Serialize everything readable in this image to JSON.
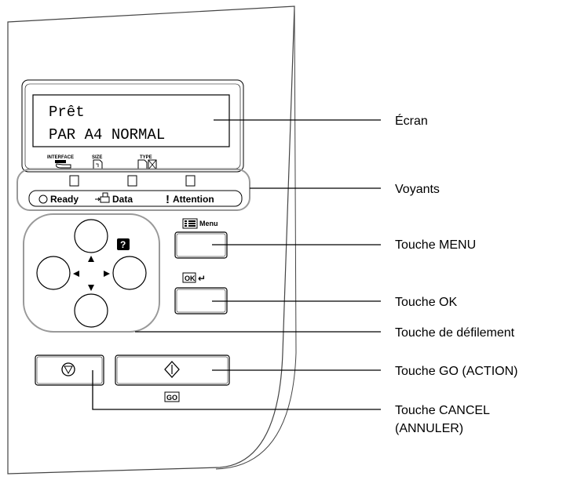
{
  "display": {
    "line1": "Prêt",
    "line2": "PAR A4 NORMAL",
    "icon_labels": {
      "interface": "INTERFACE",
      "size": "SIZE",
      "type": "TYPE"
    }
  },
  "indicators": {
    "ready": "Ready",
    "data": "Data",
    "attention": "Attention"
  },
  "keys": {
    "menu_label": "Menu",
    "ok_badge": "OK",
    "ok_arrow": "↵",
    "go_badge": "GO",
    "help_badge": "?"
  },
  "callouts": {
    "screen": "Écran",
    "indicators": "Voyants",
    "menu_key": "Touche MENU",
    "ok_key": "Touche OK",
    "scroll_keys": "Touche de défilement",
    "go_key": "Touche GO (ACTION)",
    "cancel_key_line1": "Touche CANCEL",
    "cancel_key_line2": "(ANNULER)"
  },
  "colors": {
    "line": "#000000",
    "panel_outline": "#444444",
    "indicator_frame": "#999999"
  }
}
